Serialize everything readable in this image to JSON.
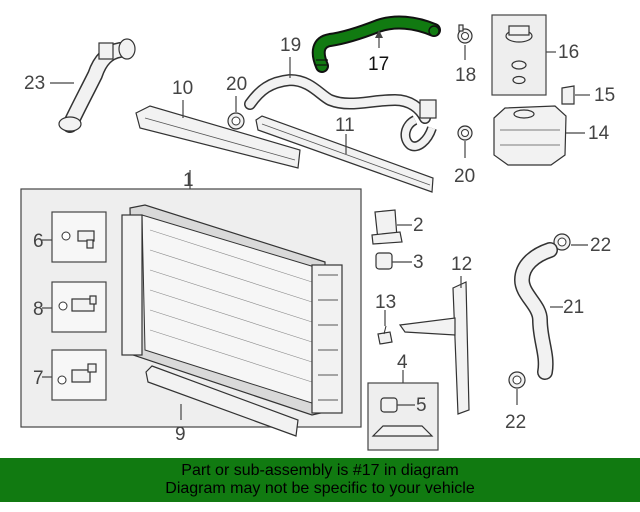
{
  "callouts": {
    "c1": "1",
    "c2": "2",
    "c3": "3",
    "c4": "4",
    "c5": "5",
    "c6": "6",
    "c7": "7",
    "c8": "8",
    "c9": "9",
    "c10": "10",
    "c11": "11",
    "c12": "12",
    "c13": "13",
    "c14": "14",
    "c15": "15",
    "c16": "16",
    "c17": "17",
    "c18": "18",
    "c19": "19",
    "c20a": "20",
    "c20b": "20",
    "c21": "21",
    "c22a": "22",
    "c22b": "22",
    "c23": "23"
  },
  "highlight_color": "#117a11",
  "banner": {
    "line1": "Part or sub-assembly is #17 in diagram",
    "line2": "Diagram may not be specific to your vehicle"
  }
}
